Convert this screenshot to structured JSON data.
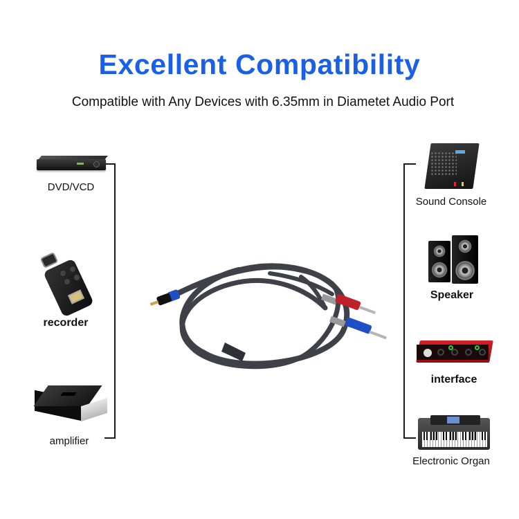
{
  "header": {
    "title": "Excellent Compatibility",
    "subtitle": "Compatible with Any Devices with 6.35mm in Diametet Audio Port"
  },
  "colors": {
    "title": "#1a5fe6",
    "bracket": "#1a1a1a",
    "cable": "#3e4147",
    "plug_red": "#c0202a",
    "plug_blue": "#1f4fc4"
  },
  "left_devices": [
    {
      "label": "DVD/VCD",
      "icon": "dvd-player-icon"
    },
    {
      "label": "recorder",
      "icon": "audio-recorder-icon"
    },
    {
      "label": "amplifier",
      "icon": "amplifier-icon"
    }
  ],
  "right_devices": [
    {
      "label": "Sound Console",
      "icon": "mixing-console-icon"
    },
    {
      "label": "Speaker",
      "icon": "speaker-icon"
    },
    {
      "label": "interface",
      "icon": "audio-interface-icon"
    },
    {
      "label": "Electronic Organ",
      "icon": "keyboard-icon"
    }
  ],
  "product": {
    "icon": "audio-cable-icon",
    "connectors": [
      "3.5mm stereo plug (blue)",
      "6.35mm mono plug (red)",
      "6.35mm mono plug (blue)"
    ]
  }
}
